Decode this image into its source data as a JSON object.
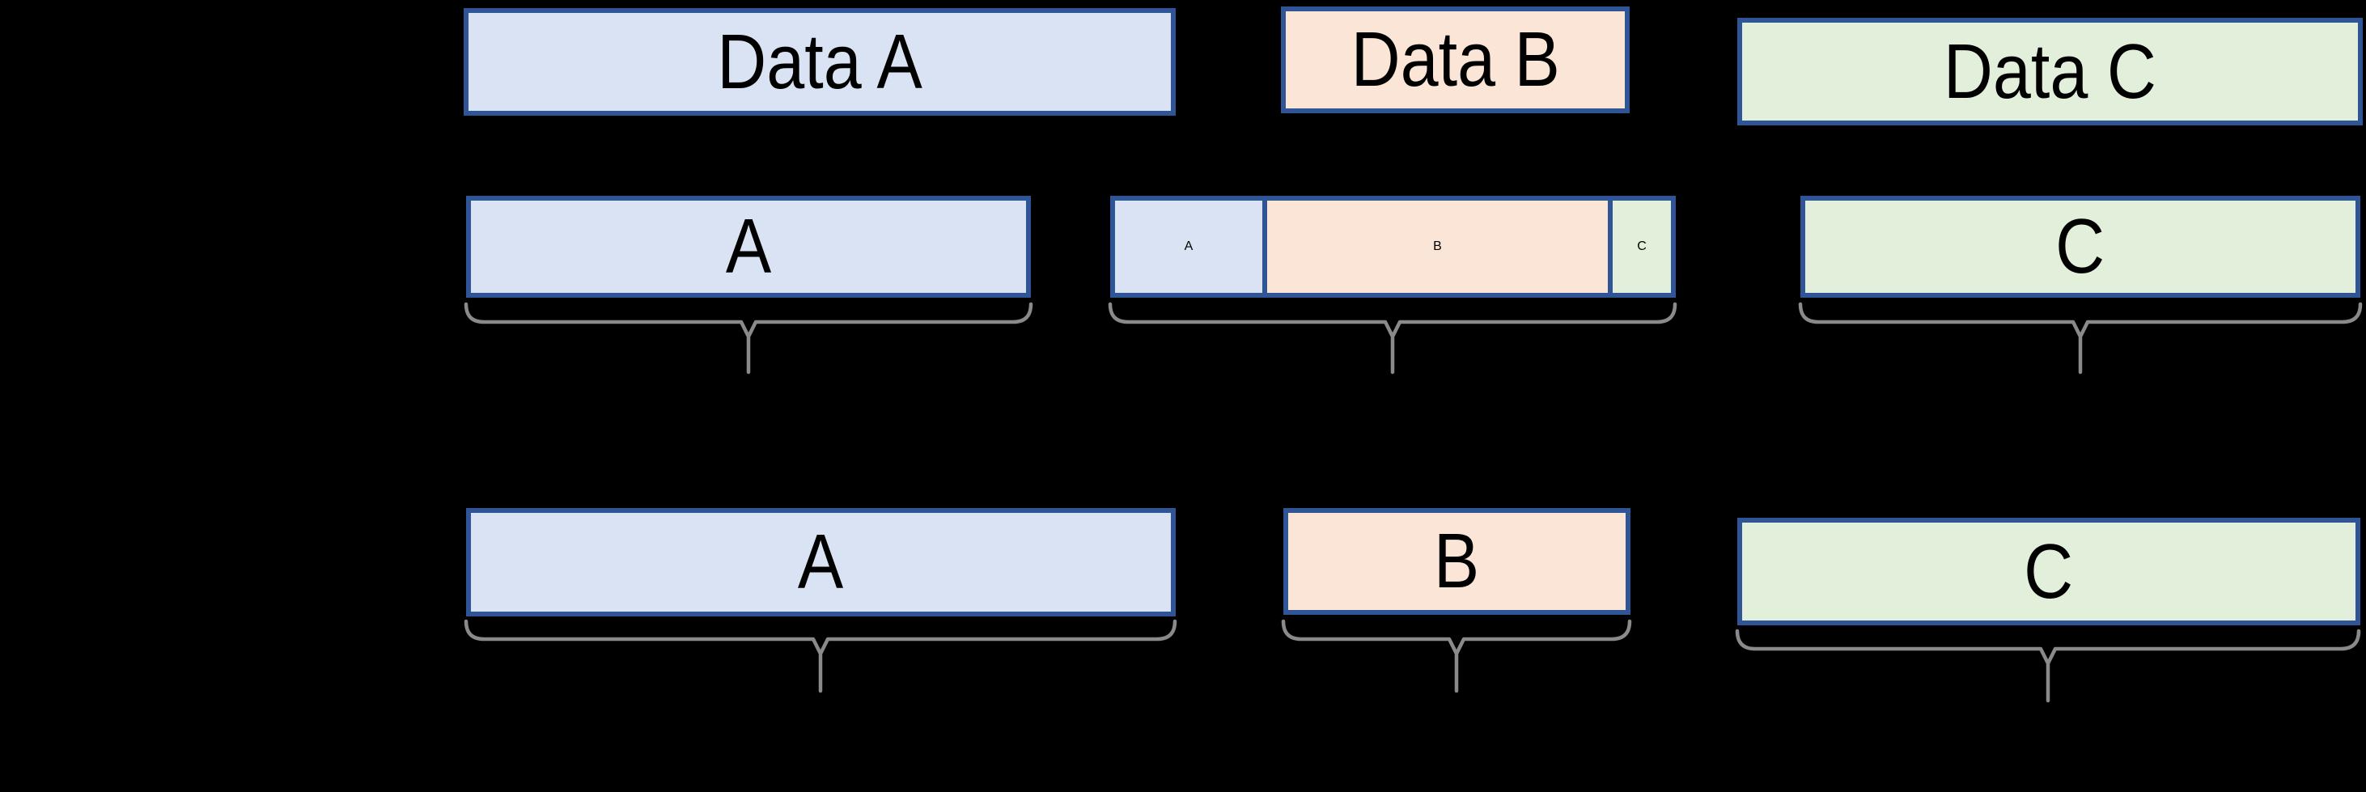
{
  "palette": {
    "background": "#000000",
    "box_border": "#2f5597",
    "blue_fill": "#dae3f3",
    "peach_fill": "#fbe5d6",
    "green_fill": "#e2efda",
    "brace_stroke": "#8a8a8a",
    "text": "#000000"
  },
  "row1": {
    "boxes": [
      {
        "label": "Data A",
        "color": "blue"
      },
      {
        "label": "Data B",
        "color": "peach"
      },
      {
        "label": "Data C",
        "color": "green"
      }
    ]
  },
  "row2": {
    "left_box": {
      "label": "A",
      "color": "blue"
    },
    "composite": {
      "segments": [
        {
          "label": "A",
          "color": "blue"
        },
        {
          "label": "B",
          "color": "peach"
        },
        {
          "label": "C",
          "color": "green"
        }
      ]
    },
    "right_box": {
      "label": "C",
      "color": "green"
    }
  },
  "row3": {
    "boxes": [
      {
        "label": "A",
        "color": "blue"
      },
      {
        "label": "B",
        "color": "peach"
      },
      {
        "label": "C",
        "color": "green"
      }
    ]
  }
}
